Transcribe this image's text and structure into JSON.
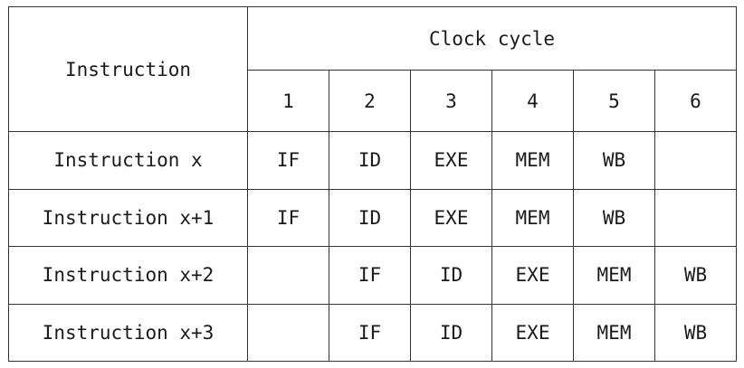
{
  "table": {
    "instruction_header": "Instruction",
    "clock_header": "Clock cycle",
    "cycles": [
      "1",
      "2",
      "3",
      "4",
      "5",
      "6"
    ],
    "rows": [
      {
        "label": "Instruction x",
        "cells": [
          "IF",
          "ID",
          "EXE",
          "MEM",
          "WB",
          ""
        ]
      },
      {
        "label": "Instruction x+1",
        "cells": [
          "IF",
          "ID",
          "EXE",
          "MEM",
          "WB",
          ""
        ]
      },
      {
        "label": "Instruction x+2",
        "cells": [
          "",
          "IF",
          "ID",
          "EXE",
          "MEM",
          "WB"
        ]
      },
      {
        "label": "Instruction x+3",
        "cells": [
          "",
          "IF",
          "ID",
          "EXE",
          "MEM",
          "WB"
        ]
      }
    ]
  }
}
